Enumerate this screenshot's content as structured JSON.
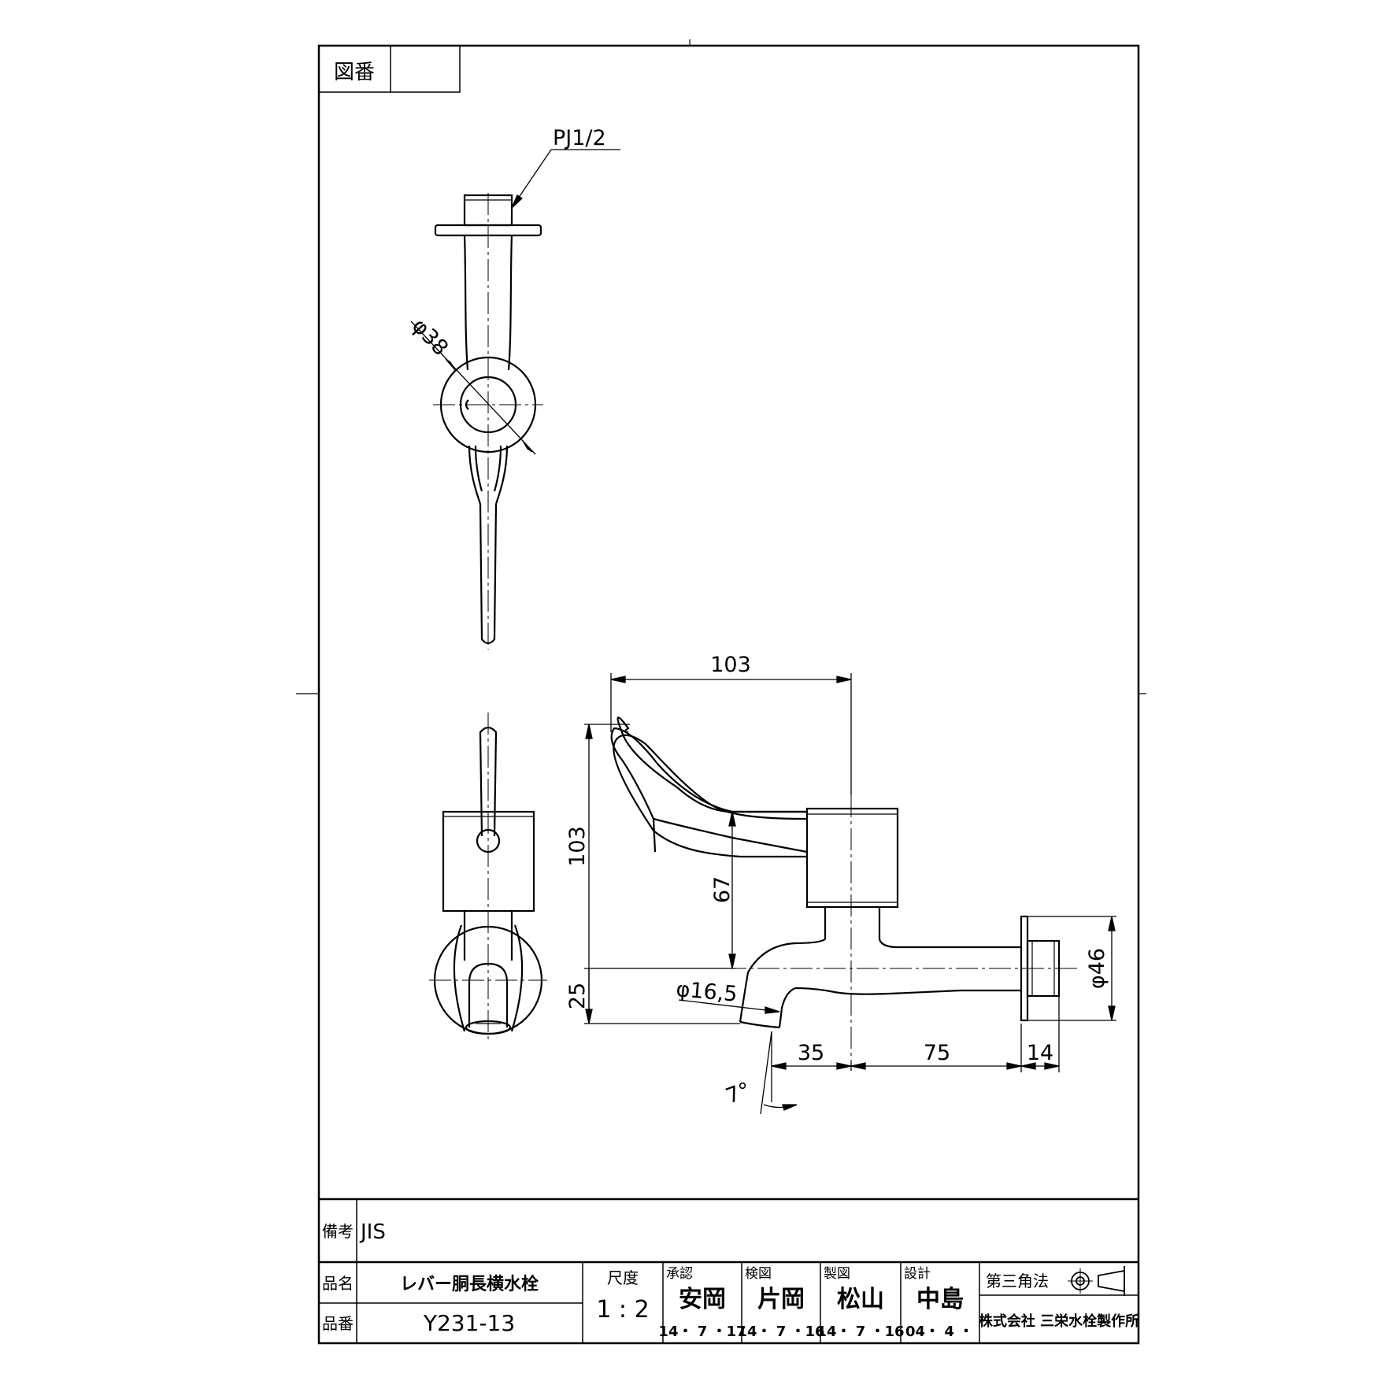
{
  "title_block": {
    "drawing_no_label": "図番",
    "drawing_no_value": "",
    "remarks_label": "備考",
    "remarks_value": "JIS",
    "product_name_label": "品名",
    "product_name_value": "レバー胴長横水栓",
    "product_no_label": "品番",
    "product_no_value": "Y231-13",
    "scale_label": "尺度",
    "scale_value": "1 : 2",
    "approved_label": "承認",
    "approved_name": "安岡",
    "approved_date": "14・ 7 ・17",
    "checked_label": "検図",
    "checked_name": "片岡",
    "checked_date": "14・ 7 ・16",
    "drawn_label": "製図",
    "drawn_name": "松山",
    "drawn_date": "14・ 7 ・16",
    "designed_label": "設計",
    "designed_name": "中島",
    "designed_date": "04・ 4 ・",
    "projection_label": "第三角法",
    "company": "株式会社 三栄水栓製作所"
  },
  "dimensions": {
    "thread": "PJ1/2",
    "dia_38": "φ38",
    "lever_width": "103",
    "lever_height": "103",
    "handle_height": "67",
    "spout_drop": "25",
    "spout_dia": "φ16,5",
    "spout_offset": "35",
    "body_length": "75",
    "flange_thk": "14",
    "flange_dia": "φ46",
    "spout_angle": "7°"
  }
}
